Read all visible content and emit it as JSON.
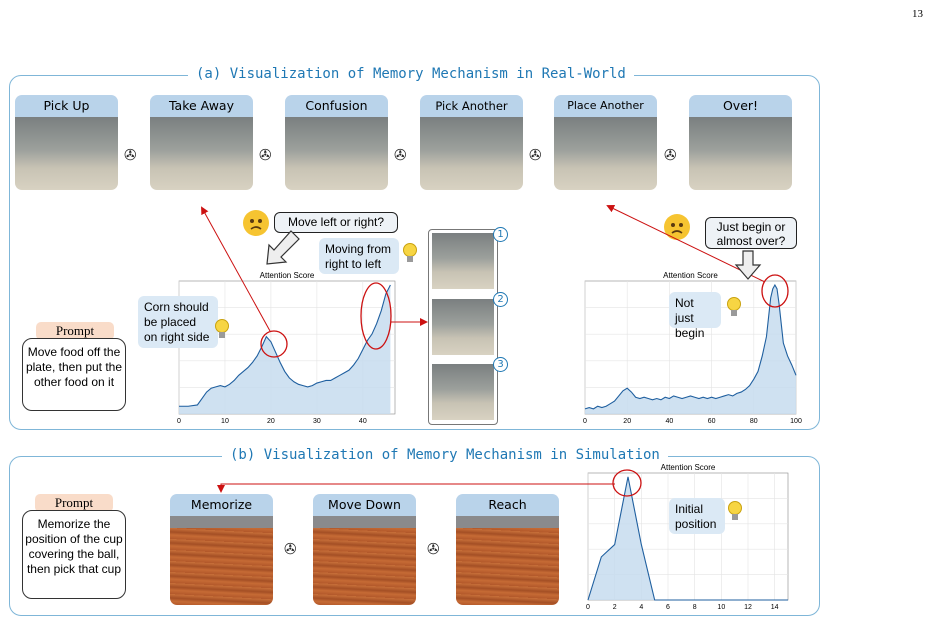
{
  "page_number": "13",
  "section_a": {
    "title": "(a) Visualization of Memory Mechanism in Real-World",
    "frames": [
      "Pick Up",
      "Take Away",
      "Confusion",
      "Pick Another",
      "Place Another",
      "Over!"
    ],
    "reel_caption": "...",
    "speech_left": "Move left or right?",
    "speech_right": "Just begin or almost over?",
    "bubble_moving": "Moving from right to left",
    "bubble_corn": "Corn should be placed on right side",
    "bubble_notjust": "Not just begin",
    "strip_numbers": [
      "1",
      "2",
      "3"
    ],
    "prompt_tag": "Prompt",
    "prompt_text": "Move food off the plate, then put the other food on it"
  },
  "section_b": {
    "title": "(b) Visualization of Memory Mechanism in Simulation",
    "frames": [
      "Memorize",
      "Move Down",
      "Reach"
    ],
    "reel_caption": "...",
    "prompt_tag": "Prompt",
    "prompt_text": "Memorize the position of the cup covering the ball, then pick that cup",
    "bubble_initial": "Initial position"
  },
  "colors": {
    "panel_border": "#7fb6d8",
    "title_blue": "#1f78b4",
    "area_fill": "#c7dcef",
    "line": "#1f5f9f",
    "highlight_red": "#cc1111",
    "frame_header": "#b9d3ea"
  },
  "chart_data": [
    {
      "type": "area",
      "title": "Attention Score",
      "xlim": [
        0,
        47
      ],
      "xticks": [
        0,
        10,
        20,
        30,
        40
      ],
      "grid": true,
      "x": [
        0,
        2,
        4,
        5,
        6,
        7,
        8,
        9,
        10,
        11,
        12,
        13,
        14,
        15,
        16,
        17,
        18,
        19,
        20,
        21,
        22,
        23,
        24,
        25,
        26,
        27,
        28,
        29,
        30,
        31,
        32,
        33,
        34,
        35,
        36,
        37,
        38,
        39,
        40,
        41,
        42,
        43,
        44,
        45,
        46
      ],
      "y": [
        0.06,
        0.06,
        0.07,
        0.12,
        0.17,
        0.2,
        0.21,
        0.22,
        0.21,
        0.23,
        0.26,
        0.3,
        0.33,
        0.36,
        0.4,
        0.45,
        0.52,
        0.6,
        0.56,
        0.48,
        0.4,
        0.33,
        0.28,
        0.25,
        0.23,
        0.22,
        0.21,
        0.22,
        0.24,
        0.25,
        0.26,
        0.26,
        0.28,
        0.3,
        0.32,
        0.34,
        0.38,
        0.43,
        0.5,
        0.57,
        0.62,
        0.7,
        0.8,
        0.93,
        1.0
      ]
    },
    {
      "type": "area",
      "title": "Attention Score",
      "xlim": [
        0,
        100
      ],
      "xticks": [
        0,
        20,
        40,
        60,
        80,
        100
      ],
      "grid": true,
      "x": [
        0,
        2,
        4,
        6,
        8,
        10,
        12,
        14,
        16,
        18,
        20,
        22,
        24,
        26,
        28,
        30,
        32,
        34,
        36,
        38,
        40,
        42,
        44,
        46,
        48,
        50,
        52,
        54,
        56,
        58,
        60,
        62,
        64,
        66,
        68,
        70,
        72,
        74,
        76,
        78,
        80,
        82,
        84,
        86,
        87,
        88,
        89,
        90,
        91,
        92,
        93,
        94,
        96,
        98,
        100
      ],
      "y": [
        0.04,
        0.05,
        0.04,
        0.06,
        0.05,
        0.06,
        0.08,
        0.1,
        0.14,
        0.18,
        0.2,
        0.17,
        0.13,
        0.12,
        0.13,
        0.12,
        0.11,
        0.12,
        0.11,
        0.13,
        0.12,
        0.14,
        0.13,
        0.12,
        0.13,
        0.14,
        0.13,
        0.12,
        0.13,
        0.12,
        0.13,
        0.12,
        0.13,
        0.14,
        0.15,
        0.14,
        0.16,
        0.17,
        0.19,
        0.22,
        0.27,
        0.33,
        0.45,
        0.6,
        0.75,
        0.9,
        0.97,
        1.0,
        0.97,
        0.85,
        0.7,
        0.55,
        0.45,
        0.38,
        0.3
      ]
    },
    {
      "type": "area",
      "title": "Attention Score",
      "xlim": [
        0,
        15
      ],
      "xticks": [
        0,
        2,
        4,
        6,
        8,
        10,
        12,
        14
      ],
      "grid": true,
      "x": [
        0,
        1,
        2,
        3,
        4,
        5,
        6,
        7,
        8,
        9,
        10,
        11,
        12,
        13,
        14,
        15
      ],
      "y": [
        0.0,
        0.35,
        0.45,
        1.0,
        0.45,
        0.0,
        0,
        0,
        0,
        0,
        0,
        0,
        0,
        0,
        0,
        0
      ]
    }
  ]
}
